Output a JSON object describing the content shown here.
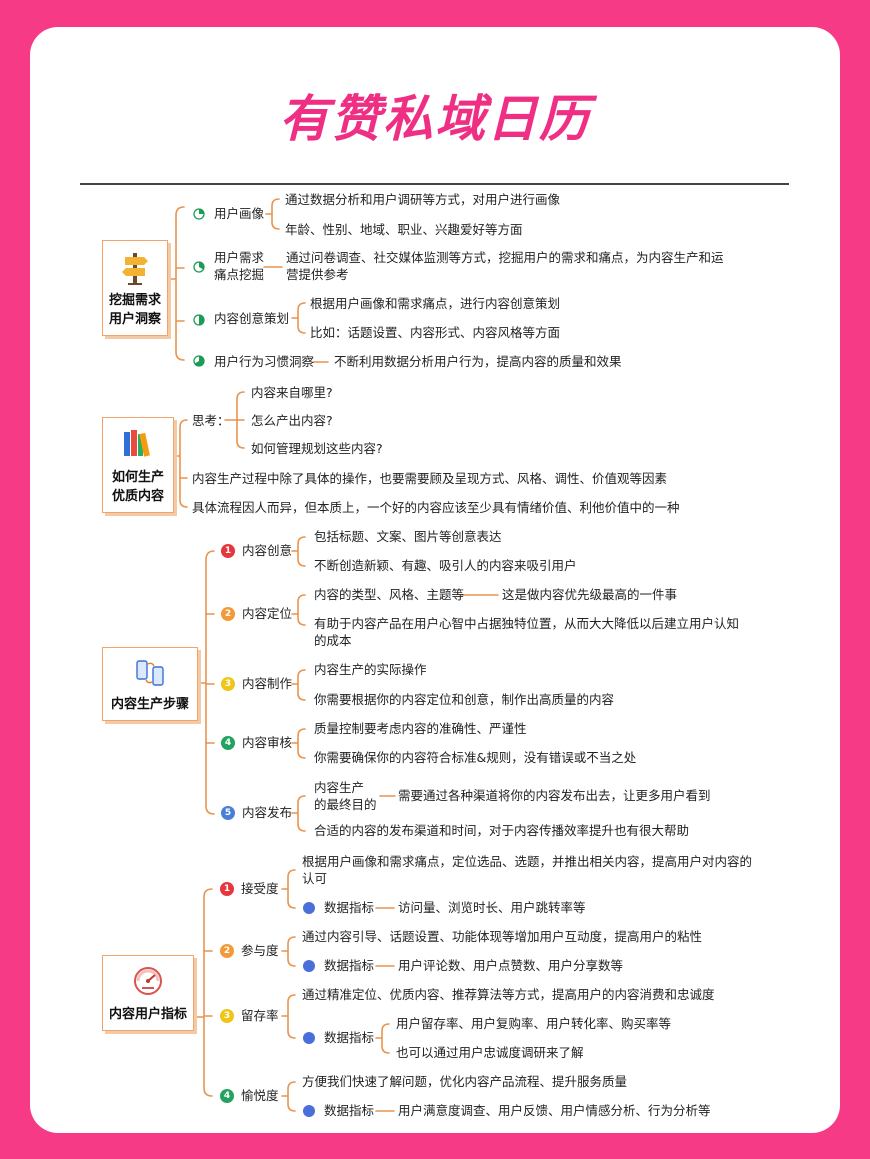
{
  "title": "有赞私域日历",
  "sections": {
    "s1": {
      "label_lines": [
        "挖掘需求",
        "用户洞察"
      ],
      "icon": "signpost-icon",
      "b1": {
        "label": "用户画像",
        "leaves": [
          "通过数据分析和用户调研等方式，对用户进行画像",
          "年龄、性别、地域、职业、兴趣爱好等方面"
        ]
      },
      "b2": {
        "label_lines": [
          "用户需求",
          "痛点挖掘"
        ],
        "leaf_lines": [
          "通过问卷调查、社交媒体监测等方式，挖掘用户的需求和痛点，为内容生产和运",
          "营提供参考"
        ]
      },
      "b3": {
        "label": "内容创意策划",
        "leaves": [
          "根据用户画像和需求痛点，进行内容创意策划",
          "比如：话题设置、内容形式、内容风格等方面"
        ]
      },
      "b4": {
        "label": "用户行为习惯洞察",
        "leaf": "不断利用数据分析用户行为，提高内容的质量和效果"
      }
    },
    "s2": {
      "label_lines": [
        "如何生产",
        "优质内容"
      ],
      "icon": "books-icon",
      "think": {
        "label": "思考：",
        "leaves": [
          "内容来自哪里?",
          "怎么产出内容?",
          "如何管理规划这些内容?"
        ]
      },
      "p1": "内容生产过程中除了具体的操作，也要需要顾及呈现方式、风格、调性、价值观等因素",
      "p2": "具体流程因人而异，但本质上，一个好的内容应该至少具有情绪价值、利他价值中的一种"
    },
    "s3": {
      "label": "内容生产步骤",
      "icon": "phones-sync-icon",
      "steps": [
        {
          "label": "内容创意",
          "leaves": [
            "包括标题、文案、图片等创意表达",
            "不断创造新颖、有趣、吸引人的内容来吸引用户"
          ]
        },
        {
          "label": "内容定位",
          "leaf1": "内容的类型、风格、主题等",
          "note1": "这是做内容优先级最高的一件事",
          "leaf2_lines": [
            "有助于内容产品在用户心智中占据独特位置，从而大大降低以后建立用户认知",
            "的成本"
          ]
        },
        {
          "label": "内容制作",
          "leaves": [
            "内容生产的实际操作",
            "你需要根据你的内容定位和创意，制作出高质量的内容"
          ]
        },
        {
          "label": "内容审核",
          "leaves": [
            "质量控制要考虑内容的准确性、严谨性",
            "你需要确保你的内容符合标准&规则，没有错误或不当之处"
          ]
        },
        {
          "label": "内容发布",
          "sub_lines": [
            "内容生产",
            "的最终目的"
          ],
          "note": "需要通过各种渠道将你的内容发布出去，让更多用户看到",
          "leaf2": "合适的内容的发布渠道和时间，对于内容传播效率提升也有很大帮助"
        }
      ]
    },
    "s4": {
      "label": "内容用户指标",
      "icon": "gauge-icon",
      "metric_label": "数据指标",
      "items": [
        {
          "label": "接受度",
          "desc_lines": [
            "根据用户画像和需求痛点，定位选品、选题，并推出相关内容，提高用户对内容的",
            "认可"
          ],
          "metrics": [
            "访问量、浏览时长、用户跳转率等"
          ]
        },
        {
          "label": "参与度",
          "desc_lines": [
            "通过内容引导、话题设置、功能体现等增加用户互动度，提高用户的粘性"
          ],
          "metrics": [
            "用户评论数、用户点赞数、用户分享数等"
          ]
        },
        {
          "label": "留存率",
          "desc_lines": [
            "通过精准定位、优质内容、推荐算法等方式，提高用户的内容消费和忠诚度"
          ],
          "metrics": [
            "用户留存率、用户复购率、用户转化率、购买率等",
            "也可以通过用户忠诚度调研来了解"
          ]
        },
        {
          "label": "愉悦度",
          "desc_lines": [
            "方便我们快速了解问题，优化内容产品流程、提升服务质量"
          ],
          "metrics": [
            "用户满意度调查、用户反馈、用户情感分析、行为分析等"
          ]
        }
      ]
    }
  },
  "colors": {
    "background": "#f63a86",
    "title": "#ee2f83",
    "branch": "#e8944e",
    "box_border": "#f0a36a",
    "pie": "#1c9b54",
    "step1": "#e5373d",
    "step2": "#f29a38",
    "step3": "#f0c419",
    "step4": "#23a35f",
    "step5": "#4a7fd8",
    "metric_dot": "#4a6fd9"
  }
}
